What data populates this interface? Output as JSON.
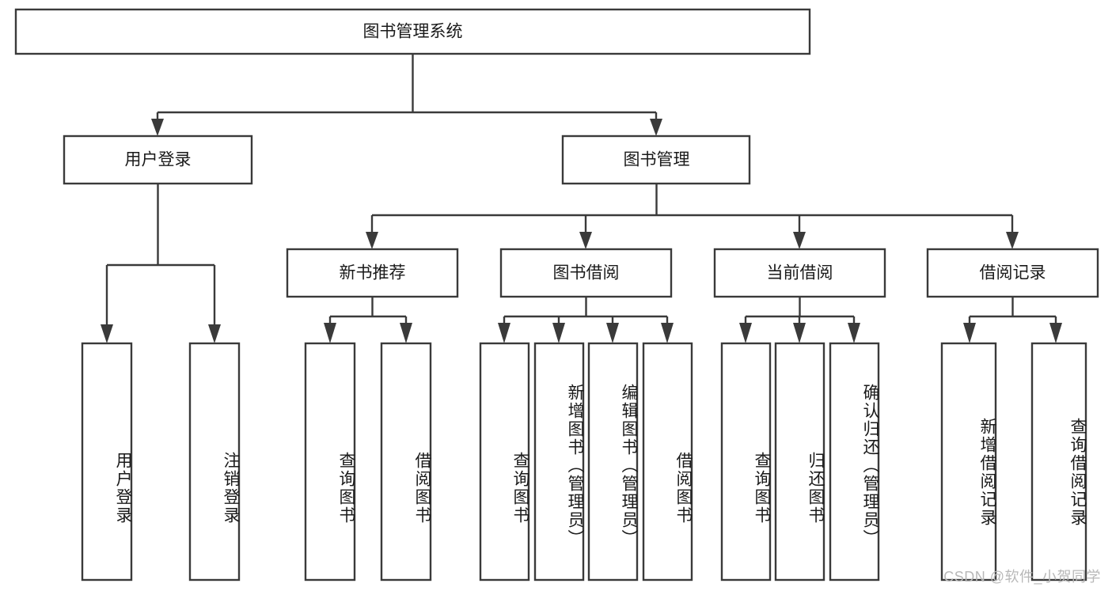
{
  "diagram": {
    "title": "图书管理系统",
    "type": "hierarchy-tree",
    "watermark": "CSDN @软件_小贺同学",
    "colors": {
      "stroke": "#3a3a3a",
      "box_fill": "#ffffff",
      "text": "#1a1a1a",
      "background": "#ffffff",
      "watermark": "#b8b8b8"
    },
    "root": {
      "label": "图书管理系统"
    },
    "level2": [
      {
        "label": "用户登录"
      },
      {
        "label": "图书管理"
      }
    ],
    "level3": [
      {
        "label": "新书推荐"
      },
      {
        "label": "图书借阅"
      },
      {
        "label": "当前借阅"
      },
      {
        "label": "借阅记录"
      }
    ],
    "leaves": {
      "user_login": [
        {
          "label": "用户登录"
        },
        {
          "label": "注销登录"
        }
      ],
      "new_book": [
        {
          "label": "查询图书"
        },
        {
          "label": "借阅图书"
        }
      ],
      "borrow_book": [
        {
          "label": "查询图书"
        },
        {
          "label": "新增图书（管理员）"
        },
        {
          "label": "编辑图书（管理员）"
        },
        {
          "label": "借阅图书"
        }
      ],
      "current_borrow": [
        {
          "label": "查询图书"
        },
        {
          "label": "归还图书"
        },
        {
          "label": "确认归还（管理员）"
        }
      ],
      "borrow_record": [
        {
          "label": "新增借阅记录"
        },
        {
          "label": "查询借阅记录"
        }
      ]
    }
  }
}
